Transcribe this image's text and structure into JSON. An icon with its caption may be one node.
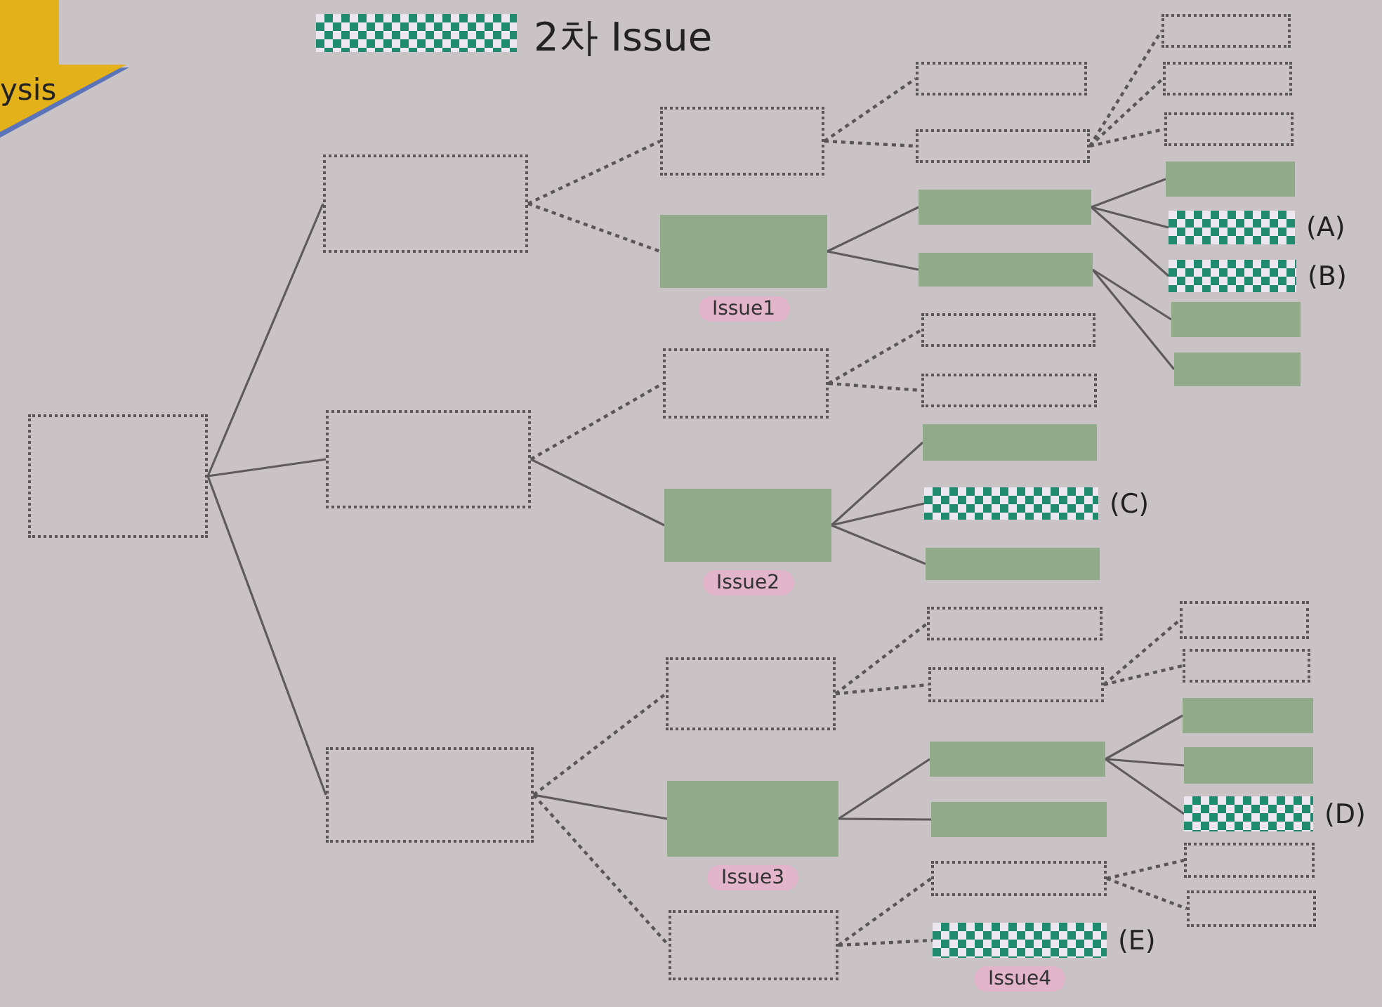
{
  "diagram": {
    "nodes": [
      {
        "text": [
          "ysis"
        ]
      },
      {
        "text": [],
        "shape": "box"
      },
      {
        "text": [],
        "shape": "box"
      },
      {
        "text": [],
        "shape": "box"
      },
      {
        "text": [],
        "shape": "box"
      },
      {
        "text": [],
        "shape": "box"
      },
      {
        "text": [],
        "shape": "box"
      },
      {
        "text": [],
        "shape": "box"
      },
      {
        "text": [],
        "shape": "box"
      },
      {
        "text": [],
        "shape": "box",
        "beside": [
          "Issue1"
        ]
      },
      {
        "text": [],
        "shape": "box"
      },
      {
        "text": [],
        "shape": "box"
      },
      {
        "text": [],
        "shape": "box",
        "beside": [
          "(A)"
        ]
      },
      {
        "text": [],
        "shape": "box",
        "beside": [
          "(B)"
        ]
      },
      {
        "text": [],
        "shape": "box"
      },
      {
        "text": [],
        "shape": "box"
      },
      {
        "text": [],
        "shape": "box"
      },
      {
        "text": [],
        "shape": "box"
      },
      {
        "text": [],
        "shape": "box"
      },
      {
        "text": [],
        "shape": "box"
      },
      {
        "text": [],
        "shape": "box"
      },
      {
        "text": [],
        "shape": "box",
        "beside": [
          "Issue2"
        ]
      },
      {
        "text": [],
        "shape": "box"
      },
      {
        "text": [],
        "shape": "box",
        "beside": [
          "(C)"
        ]
      },
      {
        "text": [],
        "shape": "box"
      },
      {
        "text": [],
        "shape": "box"
      },
      {
        "text": [],
        "shape": "box"
      },
      {
        "text": [],
        "shape": "box"
      },
      {
        "text": [],
        "shape": "box"
      },
      {
        "text": [],
        "shape": "box"
      },
      {
        "text": [],
        "shape": "box"
      },
      {
        "text": [],
        "shape": "box",
        "beside": [
          "Issue3"
        ]
      },
      {
        "text": [],
        "shape": "box"
      },
      {
        "text": [],
        "shape": "box"
      },
      {
        "text": [],
        "shape": "box"
      },
      {
        "text": [],
        "shape": "box",
        "beside": [
          "(D)"
        ]
      },
      {
        "text": [],
        "shape": "box"
      },
      {
        "text": [],
        "shape": "box"
      },
      {
        "text": [],
        "shape": "box"
      },
      {
        "text": [],
        "shape": "box"
      },
      {
        "text": [],
        "shape": "box"
      },
      {
        "text": [],
        "shape": "box",
        "beside": [
          "(E)",
          "Issue4"
        ]
      }
    ],
    "edges": [
      {
        "from": 1,
        "to": 2,
        "arrow": "none"
      },
      {
        "from": 1,
        "to": 17,
        "arrow": "none"
      },
      {
        "from": 1,
        "to": 25,
        "arrow": "none"
      },
      {
        "from": 2,
        "to": 3,
        "arrow": "none",
        "style": "dashed"
      },
      {
        "from": 2,
        "to": 9,
        "arrow": "none",
        "style": "dashed"
      },
      {
        "from": 3,
        "to": 4,
        "arrow": "none",
        "style": "dashed"
      },
      {
        "from": 3,
        "to": 5,
        "arrow": "none",
        "style": "dashed"
      },
      {
        "from": 5,
        "to": 6,
        "arrow": "none",
        "style": "dashed"
      },
      {
        "from": 5,
        "to": 7,
        "arrow": "none",
        "style": "dashed"
      },
      {
        "from": 5,
        "to": 8,
        "arrow": "none",
        "style": "dashed"
      },
      {
        "from": 9,
        "to": 10,
        "arrow": "none"
      },
      {
        "from": 9,
        "to": 14,
        "arrow": "none"
      },
      {
        "from": 10,
        "to": 11,
        "arrow": "none"
      },
      {
        "from": 10,
        "to": 12,
        "arrow": "none"
      },
      {
        "from": 10,
        "to": 13,
        "arrow": "none"
      },
      {
        "from": 14,
        "to": 15,
        "arrow": "none"
      },
      {
        "from": 14,
        "to": 16,
        "arrow": "none"
      },
      {
        "from": 17,
        "to": 18,
        "arrow": "none",
        "style": "dashed"
      },
      {
        "from": 17,
        "to": 21,
        "arrow": "none"
      },
      {
        "from": 18,
        "to": 19,
        "arrow": "none",
        "style": "dashed"
      },
      {
        "from": 18,
        "to": 20,
        "arrow": "none",
        "style": "dashed"
      },
      {
        "from": 21,
        "to": 22,
        "arrow": "none"
      },
      {
        "from": 21,
        "to": 23,
        "arrow": "none"
      },
      {
        "from": 21,
        "to": 24,
        "arrow": "none"
      },
      {
        "from": 25,
        "to": 26,
        "arrow": "none",
        "style": "dashed"
      },
      {
        "from": 25,
        "to": 31,
        "arrow": "none"
      },
      {
        "from": 25,
        "to": 37,
        "arrow": "none",
        "style": "dashed"
      },
      {
        "from": 26,
        "to": 27,
        "arrow": "none",
        "style": "dashed"
      },
      {
        "from": 26,
        "to": 28,
        "arrow": "none",
        "style": "dashed"
      },
      {
        "from": 28,
        "to": 29,
        "arrow": "none",
        "style": "dashed"
      },
      {
        "from": 28,
        "to": 30,
        "arrow": "none",
        "style": "dashed"
      },
      {
        "from": 31,
        "to": 32,
        "arrow": "none"
      },
      {
        "from": 31,
        "to": 36,
        "arrow": "none"
      },
      {
        "from": 32,
        "to": 33,
        "arrow": "none"
      },
      {
        "from": 32,
        "to": 34,
        "arrow": "none"
      },
      {
        "from": 32,
        "to": 35,
        "arrow": "none"
      },
      {
        "from": 37,
        "to": 38,
        "arrow": "none",
        "style": "dashed"
      },
      {
        "from": 37,
        "to": 41,
        "arrow": "none",
        "style": "dashed"
      },
      {
        "from": 38,
        "to": 39,
        "arrow": "none",
        "style": "dashed"
      },
      {
        "from": 38,
        "to": 40,
        "arrow": "none",
        "style": "dashed"
      }
    ],
    "legend": [
      {
        "text": "2차 Issue"
      }
    ]
  }
}
